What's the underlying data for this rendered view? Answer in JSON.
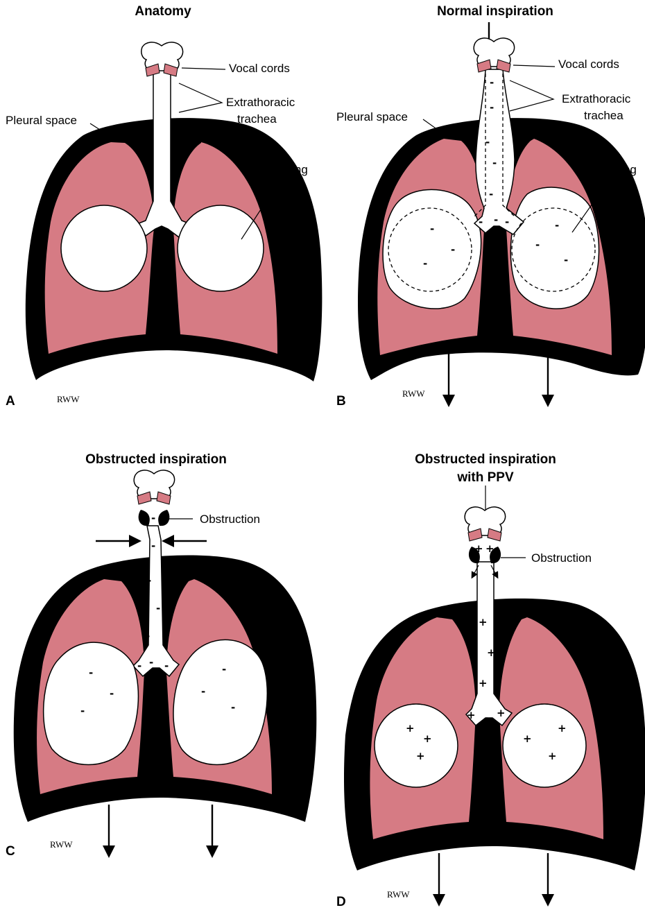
{
  "colors": {
    "lung": "#d67b84",
    "pleura": "#000000",
    "airway": "#ffffff",
    "vocal": "#d67b84"
  },
  "panels": {
    "a": {
      "letter": "A",
      "title": "Anatomy",
      "signature": "RWW",
      "labels": {
        "vocal": "Vocal cords",
        "extra1": "Extrathoracic",
        "extra2": "trachea",
        "pleural": "Pleural space",
        "lung": "Lung"
      }
    },
    "b": {
      "letter": "B",
      "title": "Normal inspiration",
      "signature": "RWW",
      "labels": {
        "vocal": "Vocal cords",
        "extra1": "Extrathoracic",
        "extra2": "trachea",
        "pleural": "Pleural space",
        "lung": "Lung"
      },
      "sign": "-"
    },
    "c": {
      "letter": "C",
      "title": "Obstructed inspiration",
      "signature": "RWW",
      "labels": {
        "obstruction": "Obstruction"
      },
      "sign": "-"
    },
    "d": {
      "letter": "D",
      "title1": "Obstructed inspiration",
      "title2": "with PPV",
      "signature": "RWW",
      "labels": {
        "obstruction": "Obstruction"
      },
      "sign": "+"
    }
  }
}
